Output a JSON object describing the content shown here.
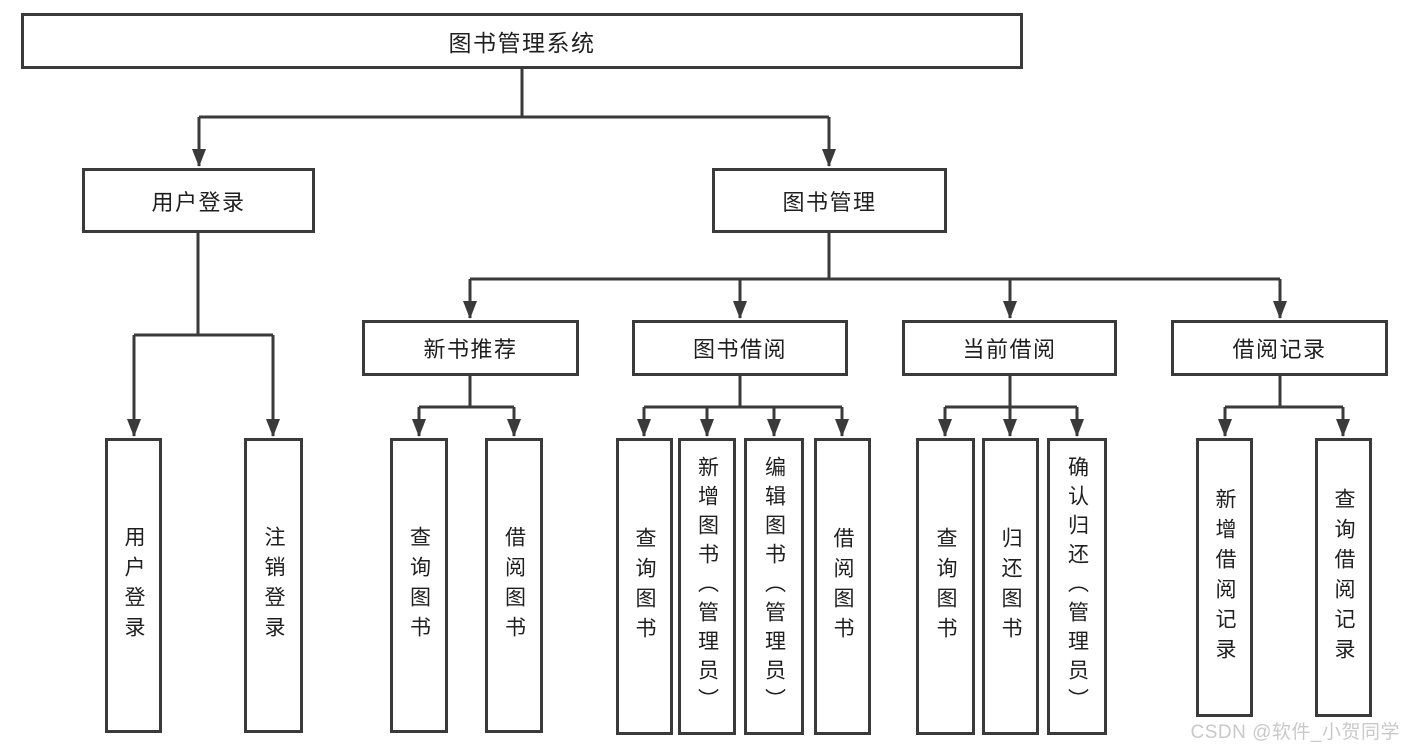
{
  "colors": {
    "bg": "#ffffff",
    "line": "#3a3a3a",
    "text": "#1f1f1f",
    "watermark": "#c9c9c9"
  },
  "watermark": "CSDN @软件_小贺同学",
  "nodes": {
    "root": {
      "label": "图书管理系统"
    },
    "user_login": {
      "label": "用户登录",
      "children": [
        {
          "label": "用户登录"
        },
        {
          "label": "注销登录"
        }
      ]
    },
    "book_mgmt": {
      "label": "图书管理",
      "sections": [
        {
          "label": "新书推荐",
          "children": [
            {
              "label": "查询图书"
            },
            {
              "label": "借阅图书"
            }
          ]
        },
        {
          "label": "图书借阅",
          "children": [
            {
              "label": "查询图书"
            },
            {
              "label": "新增图书（管理员）"
            },
            {
              "label": "编辑图书（管理员）"
            },
            {
              "label": "借阅图书"
            }
          ]
        },
        {
          "label": "当前借阅",
          "children": [
            {
              "label": "查询图书"
            },
            {
              "label": "归还图书"
            },
            {
              "label": "确认归还（管理员）"
            }
          ]
        },
        {
          "label": "借阅记录",
          "children": [
            {
              "label": "新增借阅记录"
            },
            {
              "label": "查询借阅记录"
            }
          ]
        }
      ]
    }
  }
}
